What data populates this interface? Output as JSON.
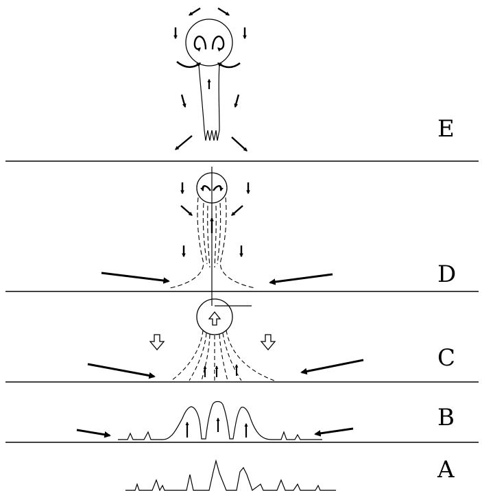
{
  "diagram": {
    "stage_labels": [
      "E",
      "D",
      "C",
      "B",
      "A"
    ],
    "colors": {
      "ink": "#000000",
      "background": "#ffffff"
    }
  }
}
